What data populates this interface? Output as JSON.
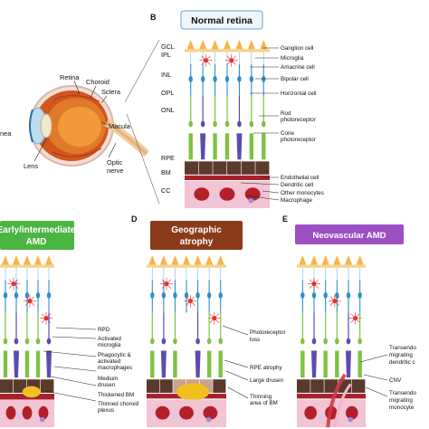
{
  "panels": {
    "b": {
      "letter": "B",
      "title": "Normal retina",
      "layers": [
        "GCL",
        "IPL",
        "INL",
        "OPL",
        "ONL",
        "RPE",
        "BM",
        "CC"
      ],
      "labels": [
        "Ganglion cell",
        "Microglia",
        "Amacrine cell",
        "Bipolar cell",
        "Horizontal cell",
        "Rod",
        "photoreceptor",
        "Cone",
        "photoreceptor",
        "Endothelial cell",
        "Dendritic cell",
        "Other monocytes",
        "Macrophage"
      ]
    },
    "c": {
      "title_line1": "Early/intermediate",
      "title_line2": "AMD",
      "labels": [
        "RPD",
        "Activated",
        "microglia",
        "Phagocytic &",
        "activated",
        "macrophages",
        "Medium",
        "drusen",
        "Thickened BM",
        "Thinned choroid",
        "plexus"
      ]
    },
    "d": {
      "letter": "D",
      "title_line1": "Geographic",
      "title_line2": "atrophy",
      "labels": [
        "Photoreceptor",
        "loss",
        "RPE atrophy",
        "Large drusen",
        "Thinning",
        "area of BM"
      ]
    },
    "e": {
      "letter": "E",
      "title": "Neovascular AMD",
      "labels": [
        "Transendo",
        "migrating",
        "dendritic c",
        "CNV",
        "Transendo",
        "migrating",
        "monocyte"
      ]
    },
    "eye": {
      "labels": [
        "Retina",
        "Choroid",
        "Sclera",
        "Macula",
        "Lens",
        "Optic",
        "nerve",
        "nea"
      ]
    }
  },
  "colors": {
    "normal_box_fill": "#eef5fb",
    "normal_box_stroke": "#6aa6d0",
    "early_box": "#4bb543",
    "ga_box": "#8b3a1a",
    "nv_box": "#9b4fc2",
    "gcl": "#f6b44a",
    "bipolar": "#2e8fc8",
    "rod": "#7ec242",
    "cone": "#5b4bb0",
    "rpe": "#5a3a2a",
    "bm": "#a8202a",
    "cc": "#f2c4d4",
    "drusen": "#f0c020",
    "microglia": "#e53030"
  }
}
